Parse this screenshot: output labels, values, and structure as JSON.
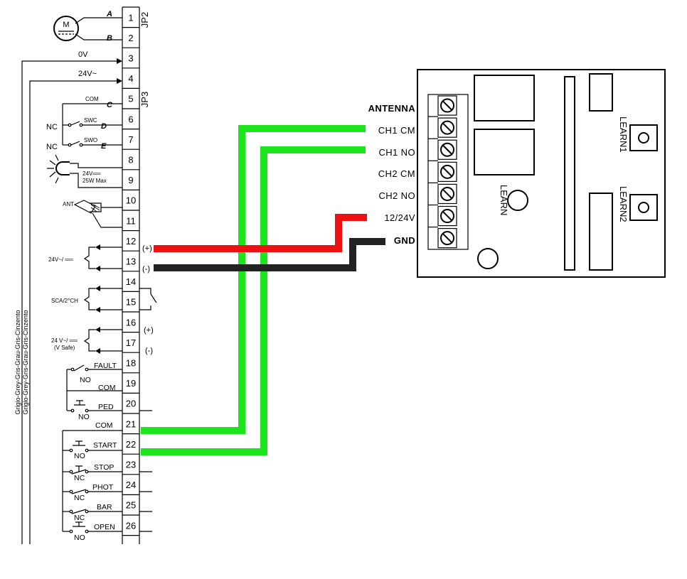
{
  "motor": {
    "symbol": "M",
    "wire_a": "A",
    "wire_b": "B"
  },
  "connectors": {
    "jp2": "JP2",
    "jp3": "JP3"
  },
  "power": {
    "ov": "0V",
    "ac24": "24V~"
  },
  "com_c": {
    "label": "COM",
    "letter": "C"
  },
  "swc": {
    "nc": "NC",
    "label": "SWC",
    "letter": "D"
  },
  "swo": {
    "nc": "NC",
    "label": "SWO",
    "letter": "E"
  },
  "lamp": {
    "line1": "24V══",
    "line2": "25W Max"
  },
  "antenna": {
    "label": "ANT"
  },
  "supply_out": {
    "label": "24V~/ ══",
    "plus": "(+)",
    "minus": "(-)"
  },
  "sca": {
    "label": "SCA/2°CH"
  },
  "vsafe": {
    "line1": "24 V~/ ══",
    "line2": "(V Safe)",
    "plus": "(+)",
    "minus": "(-)"
  },
  "fault": {
    "label": "FAULT",
    "no": "NO",
    "com": "COM"
  },
  "ped": {
    "label": "PED",
    "no": "NO"
  },
  "com21": {
    "label": "COM"
  },
  "start": {
    "label": "START",
    "no": "NO"
  },
  "stop": {
    "label": "STOP",
    "nc": "NC"
  },
  "phot": {
    "label": "PHOT",
    "nc": "NC"
  },
  "bar": {
    "label": "BAR",
    "nc": "NC"
  },
  "open": {
    "label": "OPEN",
    "no": "NO"
  },
  "ground_labels": [
    "Grigio-Grey-Gris-Grau-Gris-Cinzento",
    "Grigio-Grey-Gris-Grau-Gris-Cinzento"
  ],
  "terminals": [
    "1",
    "2",
    "3",
    "4",
    "5",
    "6",
    "7",
    "8",
    "9",
    "10",
    "11",
    "12",
    "13",
    "14",
    "15",
    "16",
    "17",
    "18",
    "19",
    "20",
    "21",
    "22",
    "23",
    "24",
    "25",
    "26"
  ],
  "receiver": {
    "labels": [
      "ANTENNA",
      "CH1 CM",
      "CH1 NO",
      "CH2 CM",
      "CH2 NO",
      "12/24V",
      "GND"
    ],
    "learn": "LEARN",
    "learn1": "LEARN1",
    "learn2": "LEARN2"
  },
  "colors": {
    "green": "#1ee61e",
    "red": "#ee1111",
    "black": "#222222"
  }
}
